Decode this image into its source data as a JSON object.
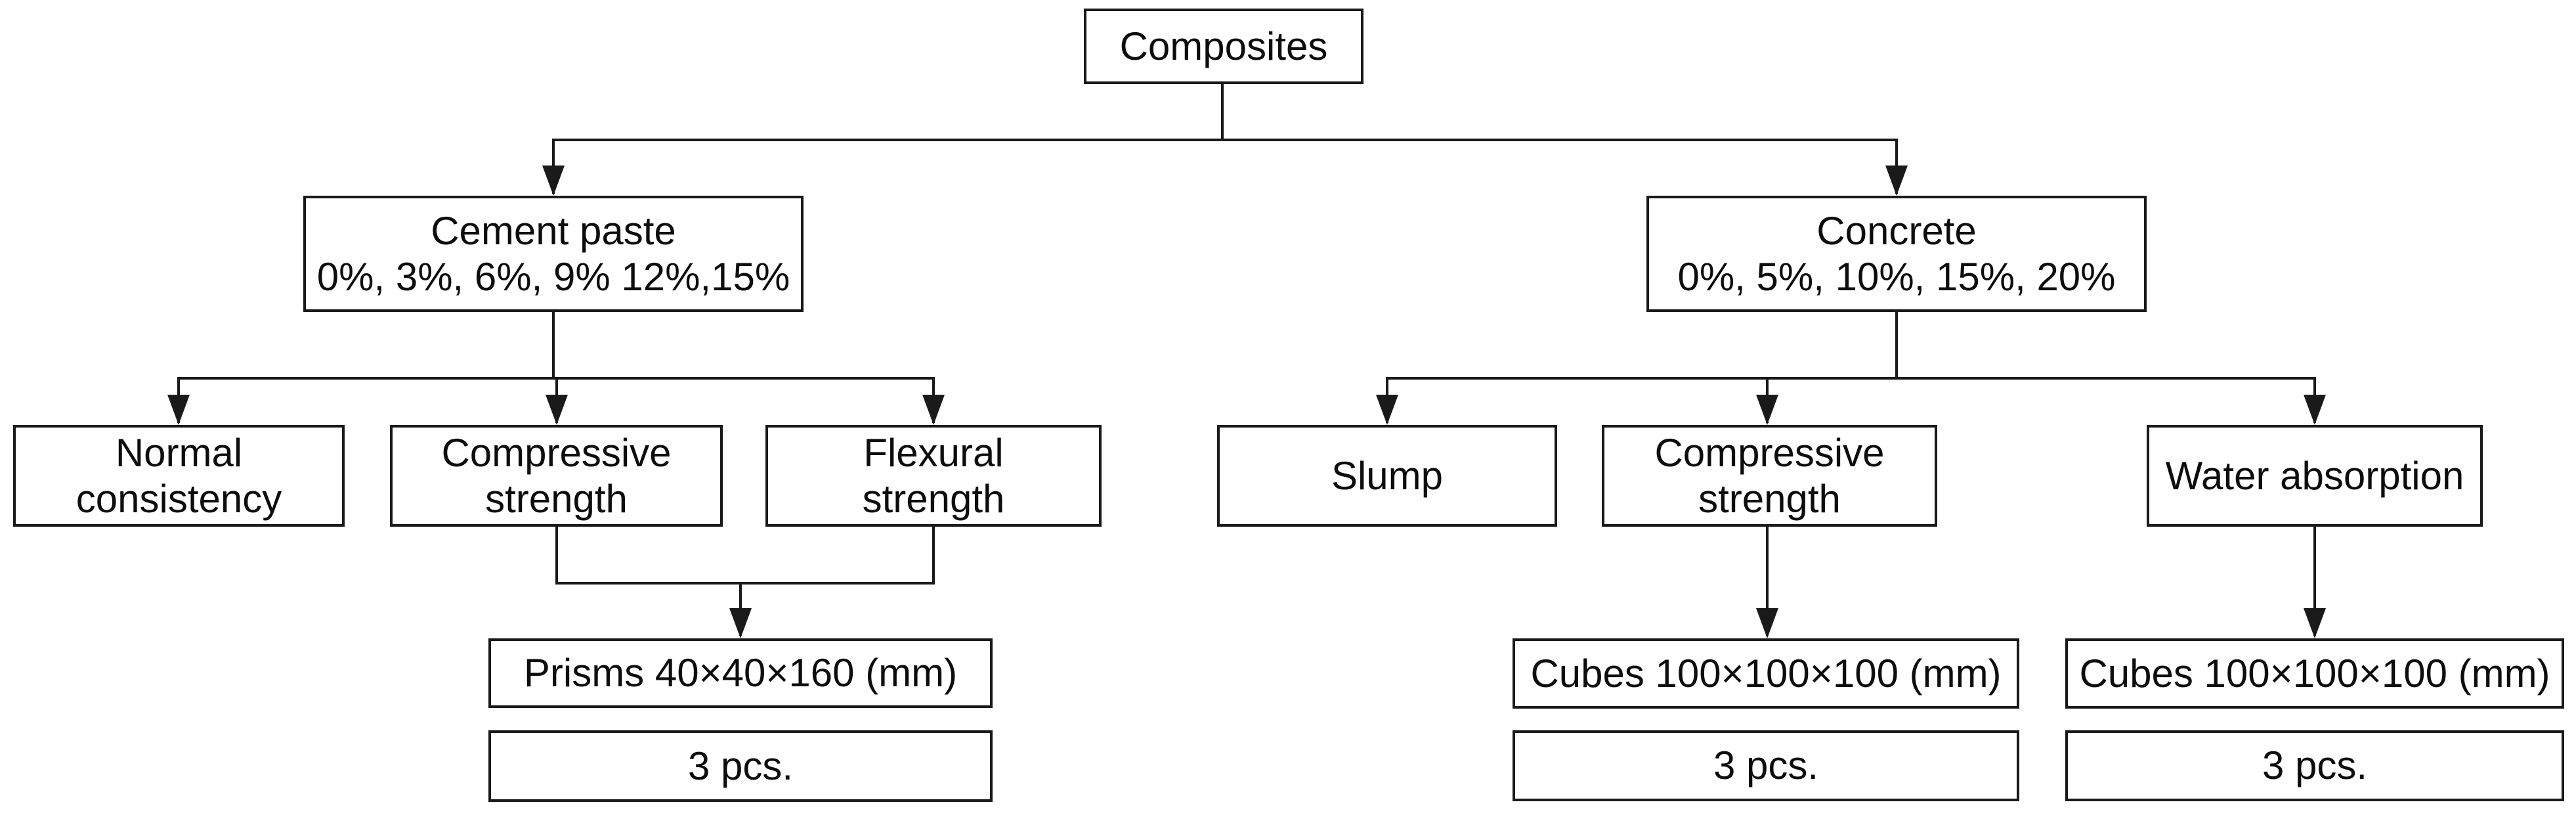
{
  "diagram": {
    "type": "flowchart",
    "colors": {
      "background": "#ffffff",
      "box_fill": "#ffffff",
      "line": "#1a1a1a",
      "text": "#0d0d0d"
    },
    "nodes": {
      "composites": {
        "lines": [
          "Composites"
        ]
      },
      "cement_paste": {
        "lines": [
          "Cement paste",
          "0%, 3%, 6%, 9% 12%,15%"
        ]
      },
      "concrete": {
        "lines": [
          "Concrete",
          "0%, 5%, 10%, 15%, 20%"
        ]
      },
      "normal_consistency": {
        "lines": [
          "Normal",
          "consistency"
        ]
      },
      "compressive_strength_cement": {
        "lines": [
          "Compressive",
          "strength"
        ]
      },
      "flexural_strength": {
        "lines": [
          "Flexural",
          "strength"
        ]
      },
      "slump": {
        "lines": [
          "Slump"
        ]
      },
      "compressive_strength_concrete": {
        "lines": [
          "Compressive",
          "strength"
        ]
      },
      "water_absorption": {
        "lines": [
          "Water absorption"
        ]
      },
      "prisms_spec": {
        "lines": [
          "Prisms 40×40×160 (mm)"
        ]
      },
      "prisms_count": {
        "lines": [
          "3 pcs."
        ]
      },
      "cubes_spec_compressive": {
        "lines": [
          "Cubes 100×100×100 (mm)"
        ]
      },
      "cubes_count_compressive": {
        "lines": [
          "3 pcs."
        ]
      },
      "cubes_spec_water": {
        "lines": [
          "Cubes 100×100×100 (mm)"
        ]
      },
      "cubes_count_water": {
        "lines": [
          "3 pcs."
        ]
      }
    },
    "edges": [
      {
        "from": "composites",
        "to": "cement_paste"
      },
      {
        "from": "composites",
        "to": "concrete"
      },
      {
        "from": "cement_paste",
        "to": "normal_consistency"
      },
      {
        "from": "cement_paste",
        "to": "compressive_strength_cement"
      },
      {
        "from": "cement_paste",
        "to": "flexural_strength"
      },
      {
        "from": "compressive_strength_cement",
        "to": "prisms_spec"
      },
      {
        "from": "flexural_strength",
        "to": "prisms_spec"
      },
      {
        "from": "concrete",
        "to": "slump"
      },
      {
        "from": "concrete",
        "to": "compressive_strength_concrete"
      },
      {
        "from": "concrete",
        "to": "water_absorption"
      },
      {
        "from": "compressive_strength_concrete",
        "to": "cubes_spec_compressive"
      },
      {
        "from": "water_absorption",
        "to": "cubes_spec_water"
      }
    ]
  }
}
